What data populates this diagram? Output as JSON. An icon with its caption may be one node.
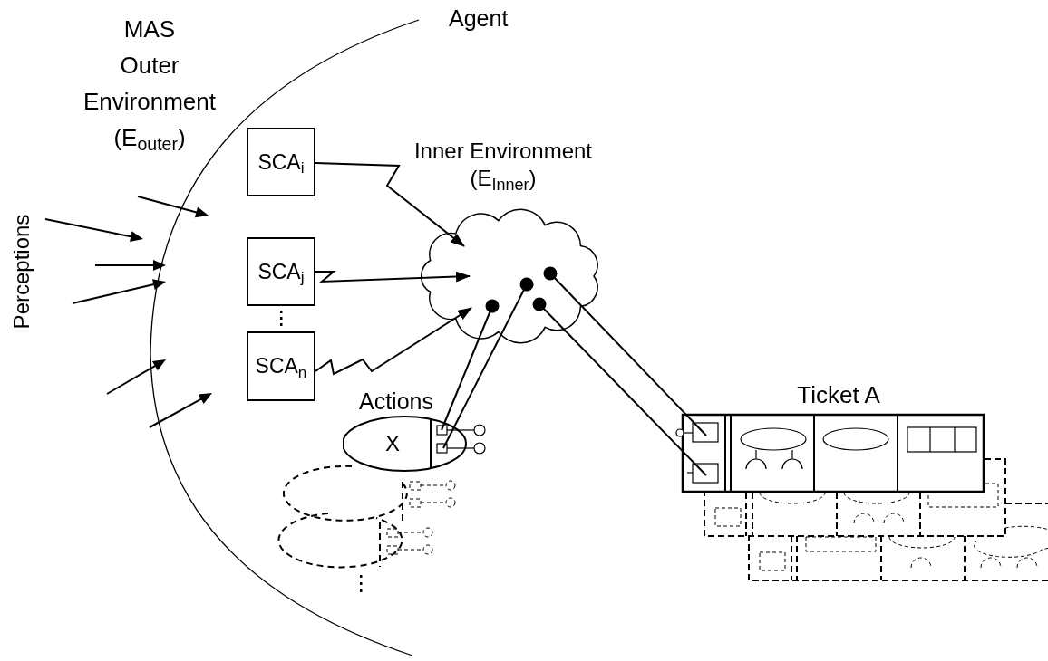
{
  "diagram": {
    "nodes": [
      {
        "text": [
          "SCA$_{i}$"
        ]
      },
      {
        "text": [
          "SCA$_{j}$"
        ]
      },
      {
        "text": [
          "SCA$_{n}$"
        ]
      },
      {
        "text": [
          "Inner Environment (E$_{Inner}$)"
        ]
      },
      {
        "text": [
          "Actions",
          "X"
        ]
      },
      {
        "text": [
          "Ticket A"
        ]
      }
    ],
    "edges": [
      {
        "from": 0,
        "to": 3,
        "arrow": "to"
      },
      {
        "from": 1,
        "to": 3,
        "arrow": "to"
      },
      {
        "from": 2,
        "to": 3,
        "arrow": "to"
      },
      {
        "from": 3,
        "to": 4,
        "arrow": "other"
      },
      {
        "from": 3,
        "to": 4,
        "arrow": "other"
      },
      {
        "from": 3,
        "to": 5,
        "arrow": "other"
      },
      {
        "from": 3,
        "to": 5,
        "arrow": "other"
      }
    ],
    "labels": [
      "MAS Outer Environment (E$_{outer}$)",
      "Agent",
      "Perceptions"
    ]
  }
}
